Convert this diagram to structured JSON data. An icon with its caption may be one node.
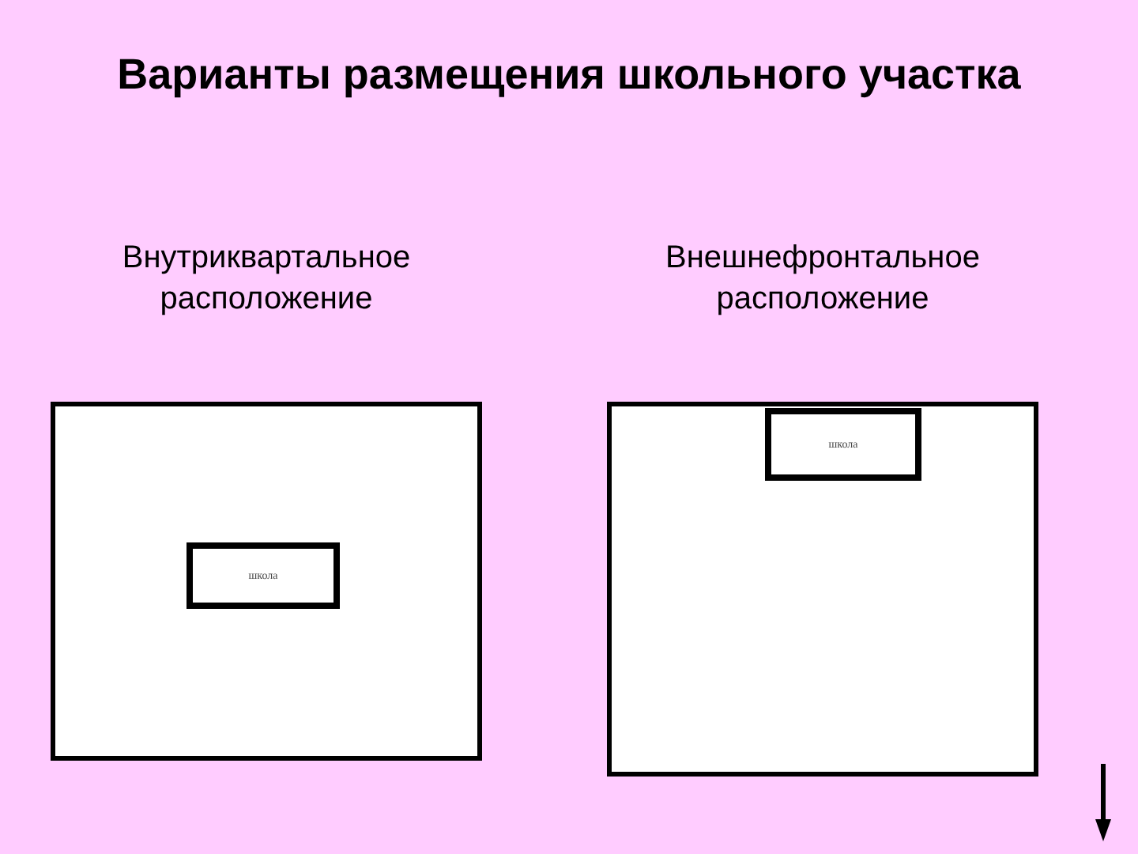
{
  "diagram": {
    "title": "Варианты размещения школьного участка",
    "nodes": [
      {
        "text": [
          "Внутриквартальное расположение"
        ]
      },
      {
        "text": [
          "школа"
        ],
        "in": 0
      },
      {
        "text": [
          "Внешнефронтальное расположение"
        ]
      },
      {
        "text": [
          "школа"
        ],
        "in": 2
      }
    ]
  }
}
